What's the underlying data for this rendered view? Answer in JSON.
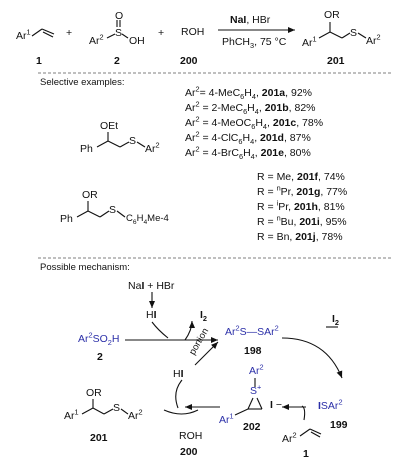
{
  "top": {
    "ar1": "Ar",
    "ar1_sup": "1",
    "plus1": "+",
    "plus2": "+",
    "o_label": "O",
    "s_label": "S",
    "oh_label": "OH",
    "ar2": "Ar",
    "ar2_sup": "2",
    "roh": "ROH",
    "cond_top_a": "NaI",
    "cond_top_b": ", HBr",
    "cond_bottom": "PhCH",
    "cond_bottom_sub": "3",
    "cond_bottom_rest": ", 75 °C",
    "product_or": "OR",
    "product_ar1": "Ar",
    "product_ar1_sup": "1",
    "product_s": "S",
    "product_ar2": "Ar",
    "product_ar2_sup": "2",
    "label_1": "1",
    "label_2": "2",
    "label_200": "200",
    "label_201": "201"
  },
  "examples": {
    "heading": "Selective examples:",
    "struct1": {
      "oet": "OEt",
      "ph": "Ph",
      "s": "S",
      "ar": "Ar",
      "ar_sup": "2"
    },
    "list1": [
      {
        "pre": "Ar",
        "sup": "2",
        "mid": "= 4-MeC",
        "sub": "6",
        "tail": "H",
        "sub2": "4",
        "sep": ", ",
        "code": "201a",
        "yield": ", 92%"
      },
      {
        "pre": "Ar",
        "sup": "2",
        "mid": " = 2-MeC",
        "sub": "6",
        "tail": "H",
        "sub2": "4",
        "sep": ", ",
        "code": "201b",
        "yield": ", 82%"
      },
      {
        "pre": "Ar",
        "sup": "2",
        "mid": " = 4-MeOC",
        "sub": "6",
        "tail": "H",
        "sub2": "4",
        "sep": ", ",
        "code": "201c",
        "yield": ", 78%"
      },
      {
        "pre": "Ar",
        "sup": "2",
        "mid": " = 4-ClC",
        "sub": "6",
        "tail": "H",
        "sub2": "4",
        "sep": ", ",
        "code": "201d",
        "yield": ", 87%"
      },
      {
        "pre": "Ar",
        "sup": "2",
        "mid": " = 4-BrC",
        "sub": "6",
        "tail": "H",
        "sub2": "4",
        "sep": ", ",
        "code": "201e",
        "yield": ", 80%"
      }
    ],
    "struct2": {
      "or": "OR",
      "ph": "Ph",
      "s": "S",
      "aryl": "C",
      "aryl_sub": "6",
      "aryl_h": "H",
      "aryl_sub2": "4",
      "aryl_tail": "Me-4"
    },
    "list2": [
      {
        "pre": "R = ",
        "sup": "",
        "name": "Me",
        "sep": ", ",
        "code": "201f",
        "yield": ", 74%"
      },
      {
        "pre": "R = ",
        "sup": "n",
        "name": "Pr",
        "sep": ", ",
        "code": "201g",
        "yield": ", 77%"
      },
      {
        "pre": "R = ",
        "sup": "i",
        "name": "Pr",
        "sep": ", ",
        "code": "201h",
        "yield": ", 81%"
      },
      {
        "pre": "R = ",
        "sup": "n",
        "name": "Bu",
        "sep": ", ",
        "code": "201i",
        "yield": ", 95%"
      },
      {
        "pre": "R = ",
        "sup": "",
        "name": "Bn",
        "sep": ", ",
        "code": "201j",
        "yield": ", 78%"
      }
    ]
  },
  "mechanism": {
    "heading": "Possible mechanism:",
    "nai_a": "Na",
    "nai_b": "I",
    "nai_c": " + HBr",
    "hi_top_a": "H",
    "hi_top_b": "I",
    "i2_top": "I",
    "i2_top_sub": "2",
    "sulfinic": "Ar",
    "sulfinic_sup": "2",
    "sulfinic_rest": "SO",
    "sulfinic_sub": "2",
    "sulfinic_h": "H",
    "label_2": "2",
    "disulfide_a": "Ar",
    "disulfide_sup": "2",
    "disulfide_b": "S—SAr",
    "disulfide_sup2": "2",
    "label_198": "198",
    "i2_right": "I",
    "i2_right_sub": "2",
    "isar_a": "I",
    "isar_b": "SAr",
    "isar_sup": "2",
    "label_199": "199",
    "portion": "portion",
    "hi_mid_a": "H",
    "hi_mid_b": "I",
    "episulf_ar2": "Ar",
    "episulf_ar2_sup": "2",
    "episulf_s": "S",
    "episulf_plus": "+",
    "episulf_ar1": "Ar",
    "episulf_ar1_sup": "1",
    "iodide_a": "I",
    "iodide_b": " −",
    "label_202": "202",
    "prod_or": "OR",
    "prod_ar1": "Ar",
    "prod_ar1_sup": "1",
    "prod_s": "S",
    "prod_ar2": "Ar",
    "prod_ar2_sup": "2",
    "label_201": "201",
    "roh": "ROH",
    "label_200": "200",
    "alkene_ar": "Ar",
    "alkene_sup": "2",
    "label_1": "1"
  }
}
